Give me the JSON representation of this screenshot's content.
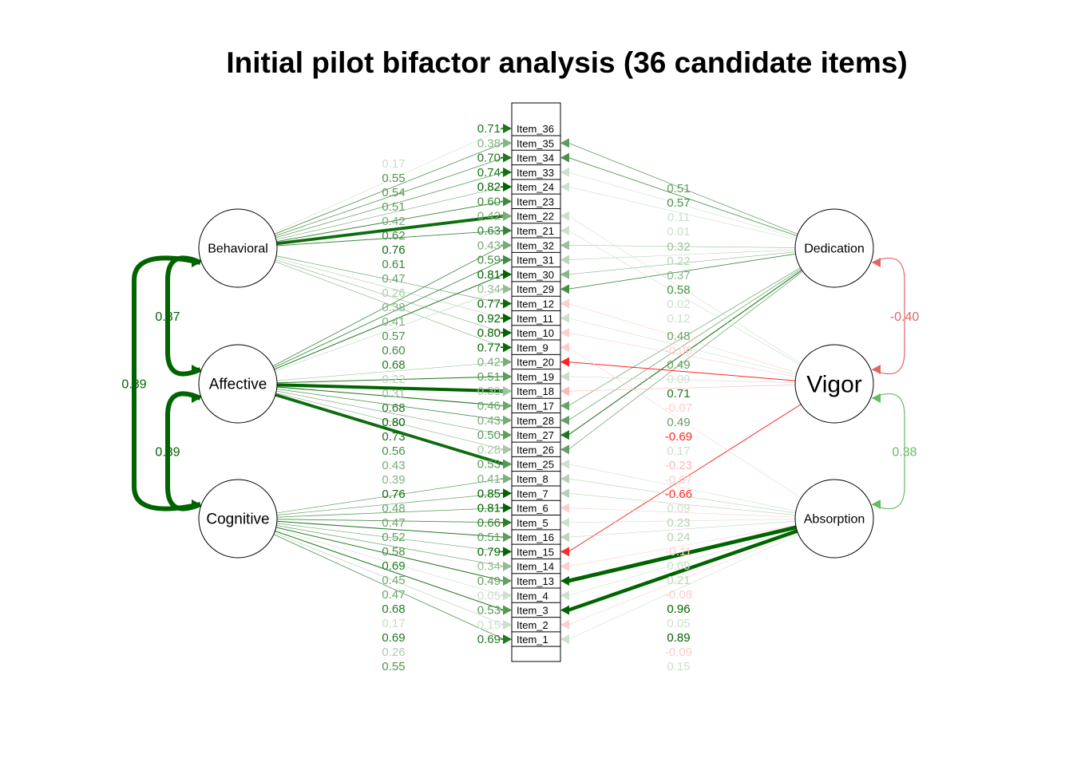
{
  "title": "Initial pilot bifactor analysis (36 candidate items)",
  "colors": {
    "positive": "#006400",
    "negative": "#ff0000",
    "node_stroke": "#000000"
  },
  "latents": [
    {
      "id": "Behavioral",
      "label": "Behavioral",
      "side": "left"
    },
    {
      "id": "Affective",
      "label": "Affective",
      "side": "left"
    },
    {
      "id": "Cognitive",
      "label": "Cognitive",
      "side": "left"
    },
    {
      "id": "Dedication",
      "label": "Dedication",
      "side": "right"
    },
    {
      "id": "Vigor",
      "label": "Vigor",
      "side": "right"
    },
    {
      "id": "Absorption",
      "label": "Absorption",
      "side": "right"
    }
  ],
  "items": [
    {
      "label": "Item_36",
      "value": "0.71"
    },
    {
      "label": "Item_35",
      "value": "0.38"
    },
    {
      "label": "Item_34",
      "value": "0.70"
    },
    {
      "label": "Item_33",
      "value": "0.74"
    },
    {
      "label": "Item_24",
      "value": "0.82"
    },
    {
      "label": "Item_23",
      "value": "0.60"
    },
    {
      "label": "Item_22",
      "value": "0.42"
    },
    {
      "label": "Item_21",
      "value": "0.63"
    },
    {
      "label": "Item_32",
      "value": "0.43"
    },
    {
      "label": "Item_31",
      "value": "0.59"
    },
    {
      "label": "Item_30",
      "value": "0.81"
    },
    {
      "label": "Item_29",
      "value": "0.34"
    },
    {
      "label": "Item_12",
      "value": "0.77"
    },
    {
      "label": "Item_11",
      "value": "0.92"
    },
    {
      "label": "Item_10",
      "value": "0.80"
    },
    {
      "label": "Item_9",
      "value": "0.77"
    },
    {
      "label": "Item_20",
      "value": "0.42"
    },
    {
      "label": "Item_19",
      "value": "0.51"
    },
    {
      "label": "Item_18",
      "value": "0.30"
    },
    {
      "label": "Item_17",
      "value": "0.46"
    },
    {
      "label": "Item_28",
      "value": "0.43"
    },
    {
      "label": "Item_27",
      "value": "0.50"
    },
    {
      "label": "Item_26",
      "value": "0.28"
    },
    {
      "label": "Item_25",
      "value": "0.53"
    },
    {
      "label": "Item_8",
      "value": "0.41"
    },
    {
      "label": "Item_7",
      "value": "0.85"
    },
    {
      "label": "Item_6",
      "value": "0.81"
    },
    {
      "label": "Item_5",
      "value": "0.66"
    },
    {
      "label": "Item_16",
      "value": "0.51"
    },
    {
      "label": "Item_15",
      "value": "0.79"
    },
    {
      "label": "Item_14",
      "value": "0.34"
    },
    {
      "label": "Item_13",
      "value": "0.49"
    },
    {
      "label": "Item_4",
      "value": "0.05"
    },
    {
      "label": "Item_3",
      "value": "0.53"
    },
    {
      "label": "Item_2",
      "value": "0.15"
    },
    {
      "label": "Item_1",
      "value": "0.69"
    }
  ],
  "loadings": [
    {
      "from": "Behavioral",
      "to": "Item_36",
      "value": "0.17"
    },
    {
      "from": "Behavioral",
      "to": "Item_35",
      "value": "0.55"
    },
    {
      "from": "Behavioral",
      "to": "Item_34",
      "value": "0.54"
    },
    {
      "from": "Behavioral",
      "to": "Item_33",
      "value": "0.51"
    },
    {
      "from": "Behavioral",
      "to": "Item_24",
      "value": "0.42"
    },
    {
      "from": "Behavioral",
      "to": "Item_23",
      "value": "0.62"
    },
    {
      "from": "Behavioral",
      "to": "Item_22",
      "value": "0.76"
    },
    {
      "from": "Behavioral",
      "to": "Item_21",
      "value": "0.61"
    },
    {
      "from": "Behavioral",
      "to": "Item_12",
      "value": "0.47"
    },
    {
      "from": "Behavioral",
      "to": "Item_11",
      "value": "0.26"
    },
    {
      "from": "Behavioral",
      "to": "Item_10",
      "value": "0.38"
    },
    {
      "from": "Behavioral",
      "to": "Item_9",
      "value": "0.41"
    },
    {
      "from": "Affective",
      "to": "Item_30",
      "value": "0.68"
    },
    {
      "from": "Affective",
      "to": "Item_31",
      "value": "0.60"
    },
    {
      "from": "Affective",
      "to": "Item_29",
      "value": "0.22"
    },
    {
      "from": "Affective",
      "to": "Item_32",
      "value": "0.57"
    },
    {
      "from": "Affective",
      "to": "Item_20",
      "value": "0.31"
    },
    {
      "from": "Affective",
      "to": "Item_19",
      "value": "0.68"
    },
    {
      "from": "Affective",
      "to": "Item_18",
      "value": "0.80"
    },
    {
      "from": "Affective",
      "to": "Item_17",
      "value": "0.73"
    },
    {
      "from": "Affective",
      "to": "Item_25",
      "value": "0.76"
    },
    {
      "from": "Affective",
      "to": "Item_26",
      "value": "0.39"
    },
    {
      "from": "Affective",
      "to": "Item_27",
      "value": "0.43"
    },
    {
      "from": "Affective",
      "to": "Item_28",
      "value": "0.56"
    },
    {
      "from": "Cognitive",
      "to": "Item_5",
      "value": "0.58"
    },
    {
      "from": "Cognitive",
      "to": "Item_6",
      "value": "0.52"
    },
    {
      "from": "Cognitive",
      "to": "Item_7",
      "value": "0.47"
    },
    {
      "from": "Cognitive",
      "to": "Item_8",
      "value": "0.48"
    },
    {
      "from": "Cognitive",
      "to": "Item_16",
      "value": "0.69"
    },
    {
      "from": "Cognitive",
      "to": "Item_15",
      "value": "0.45"
    },
    {
      "from": "Cognitive",
      "to": "Item_14",
      "value": "0.47"
    },
    {
      "from": "Cognitive",
      "to": "Item_13",
      "value": "0.68"
    },
    {
      "from": "Cognitive",
      "to": "Item_4",
      "value": "0.17"
    },
    {
      "from": "Cognitive",
      "to": "Item_3",
      "value": "0.69"
    },
    {
      "from": "Cognitive",
      "to": "Item_2",
      "value": "0.26"
    },
    {
      "from": "Cognitive",
      "to": "Item_1",
      "value": "0.55"
    },
    {
      "from": "Dedication",
      "to": "Item_35",
      "value": "0.51"
    },
    {
      "from": "Dedication",
      "to": "Item_34",
      "value": "0.57"
    },
    {
      "from": "Dedication",
      "to": "Item_33",
      "value": "0.11"
    },
    {
      "from": "Dedication",
      "to": "Item_24",
      "value": "0.01"
    },
    {
      "from": "Dedication",
      "to": "Item_32",
      "value": "0.32"
    },
    {
      "from": "Dedication",
      "to": "Item_31",
      "value": "0.22"
    },
    {
      "from": "Dedication",
      "to": "Item_30",
      "value": "0.37"
    },
    {
      "from": "Dedication",
      "to": "Item_29",
      "value": "0.58"
    },
    {
      "from": "Dedication",
      "to": "Item_17",
      "value": "0.48"
    },
    {
      "from": "Dedication",
      "to": "Item_28",
      "value": "0.49"
    },
    {
      "from": "Dedication",
      "to": "Item_27",
      "value": "0.71"
    },
    {
      "from": "Dedication",
      "to": "Item_26",
      "value": "0.49"
    },
    {
      "from": "Vigor",
      "to": "Item_22",
      "value": "0.02"
    },
    {
      "from": "Vigor",
      "to": "Item_21",
      "value": "0.12"
    },
    {
      "from": "Vigor",
      "to": "Item_10",
      "value": "-0.07"
    },
    {
      "from": "Vigor",
      "to": "Item_11",
      "value": "0.09"
    },
    {
      "from": "Vigor",
      "to": "Item_20",
      "value": "-0.69"
    },
    {
      "from": "Vigor",
      "to": "Item_19",
      "value": "0.17"
    },
    {
      "from": "Vigor",
      "to": "Item_18",
      "value": "-0.23"
    },
    {
      "from": "Vigor",
      "to": "Item_12",
      "value": "-0.06"
    },
    {
      "from": "Vigor",
      "to": "Item_15",
      "value": "-0.66"
    },
    {
      "from": "Absorption",
      "to": "Item_9",
      "value": "-0.07"
    },
    {
      "from": "Absorption",
      "to": "Item_25",
      "value": "0.09"
    },
    {
      "from": "Absorption",
      "to": "Item_8",
      "value": "0.23"
    },
    {
      "from": "Absorption",
      "to": "Item_7",
      "value": "0.24"
    },
    {
      "from": "Absorption",
      "to": "Item_6",
      "value": "-0.11"
    },
    {
      "from": "Absorption",
      "to": "Item_5",
      "value": "0.09"
    },
    {
      "from": "Absorption",
      "to": "Item_16",
      "value": "0.21"
    },
    {
      "from": "Absorption",
      "to": "Item_14",
      "value": "-0.08"
    },
    {
      "from": "Absorption",
      "to": "Item_4",
      "value": "0.05"
    },
    {
      "from": "Absorption",
      "to": "Item_2",
      "value": "-0.09"
    },
    {
      "from": "Absorption",
      "to": "Item_1",
      "value": "0.15"
    },
    {
      "from": "Absorption",
      "to": "Item_13",
      "value": "0.96"
    },
    {
      "from": "Absorption",
      "to": "Item_3",
      "value": "0.89"
    }
  ],
  "covariances": [
    {
      "a": "Behavioral",
      "b": "Affective",
      "value": "0.87"
    },
    {
      "a": "Affective",
      "b": "Cognitive",
      "value": "0.89"
    },
    {
      "a": "Behavioral",
      "b": "Cognitive",
      "value": "0.89"
    },
    {
      "a": "Dedication",
      "b": "Vigor",
      "value": "-0.40"
    },
    {
      "a": "Vigor",
      "b": "Absorption",
      "value": "0.38"
    }
  ]
}
